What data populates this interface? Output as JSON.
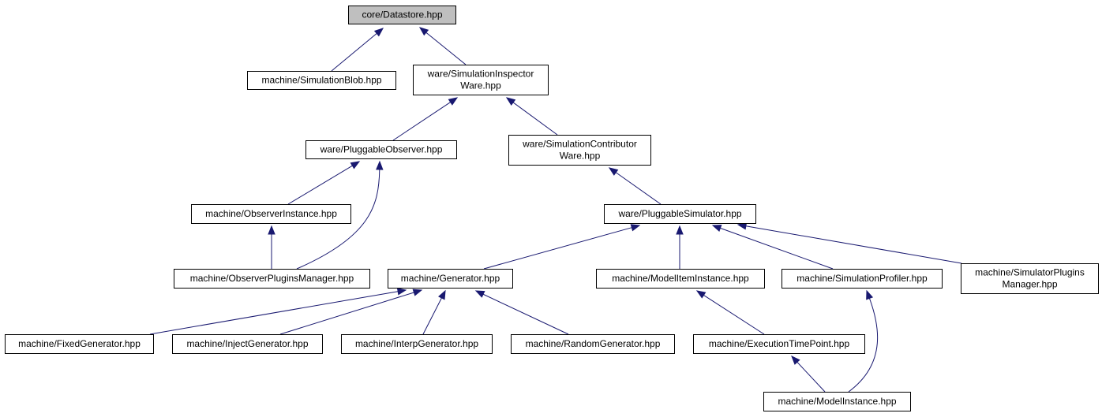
{
  "nodes": [
    {
      "id": "datastore",
      "lines": [
        "core/Datastore.hpp"
      ],
      "root": true
    },
    {
      "id": "simblob",
      "lines": [
        "machine/SimulationBlob.hpp"
      ]
    },
    {
      "id": "siminspector",
      "lines": [
        "ware/SimulationInspector",
        "Ware.hpp"
      ]
    },
    {
      "id": "pluggableobserver",
      "lines": [
        "ware/PluggableObserver.hpp"
      ]
    },
    {
      "id": "simcontributor",
      "lines": [
        "ware/SimulationContributor",
        "Ware.hpp"
      ]
    },
    {
      "id": "observerinstance",
      "lines": [
        "machine/ObserverInstance.hpp"
      ]
    },
    {
      "id": "pluggablesimulator",
      "lines": [
        "ware/PluggableSimulator.hpp"
      ]
    },
    {
      "id": "observerplugins",
      "lines": [
        "machine/ObserverPluginsManager.hpp"
      ]
    },
    {
      "id": "generator",
      "lines": [
        "machine/Generator.hpp"
      ]
    },
    {
      "id": "modeliteminstance",
      "lines": [
        "machine/ModelItemInstance.hpp"
      ]
    },
    {
      "id": "simprofiler",
      "lines": [
        "machine/SimulationProfiler.hpp"
      ]
    },
    {
      "id": "simulatorplugins",
      "lines": [
        "machine/SimulatorPlugins",
        "Manager.hpp"
      ]
    },
    {
      "id": "fixedgen",
      "lines": [
        "machine/FixedGenerator.hpp"
      ]
    },
    {
      "id": "injectgen",
      "lines": [
        "machine/InjectGenerator.hpp"
      ]
    },
    {
      "id": "interpgen",
      "lines": [
        "machine/InterpGenerator.hpp"
      ]
    },
    {
      "id": "randomgen",
      "lines": [
        "machine/RandomGenerator.hpp"
      ]
    },
    {
      "id": "exectimepoint",
      "lines": [
        "machine/ExecutionTimePoint.hpp"
      ]
    },
    {
      "id": "modelinstance",
      "lines": [
        "machine/ModelInstance.hpp"
      ]
    }
  ],
  "edges": [
    {
      "from": "simblob",
      "to": "datastore"
    },
    {
      "from": "siminspector",
      "to": "datastore"
    },
    {
      "from": "pluggableobserver",
      "to": "siminspector"
    },
    {
      "from": "simcontributor",
      "to": "siminspector"
    },
    {
      "from": "observerinstance",
      "to": "pluggableobserver"
    },
    {
      "from": "observerplugins",
      "to": "pluggableobserver"
    },
    {
      "from": "observerplugins",
      "to": "observerinstance"
    },
    {
      "from": "pluggablesimulator",
      "to": "simcontributor"
    },
    {
      "from": "generator",
      "to": "pluggablesimulator"
    },
    {
      "from": "modeliteminstance",
      "to": "pluggablesimulator"
    },
    {
      "from": "simprofiler",
      "to": "pluggablesimulator"
    },
    {
      "from": "simulatorplugins",
      "to": "pluggablesimulator"
    },
    {
      "from": "fixedgen",
      "to": "generator"
    },
    {
      "from": "injectgen",
      "to": "generator"
    },
    {
      "from": "interpgen",
      "to": "generator"
    },
    {
      "from": "randomgen",
      "to": "generator"
    },
    {
      "from": "exectimepoint",
      "to": "modeliteminstance"
    },
    {
      "from": "modelinstance",
      "to": "exectimepoint"
    },
    {
      "from": "modelinstance",
      "to": "simprofiler"
    }
  ],
  "colors": {
    "edge": "#191970",
    "root_fill": "#bfbfbf",
    "node_fill": "#ffffff",
    "border": "#000000"
  }
}
